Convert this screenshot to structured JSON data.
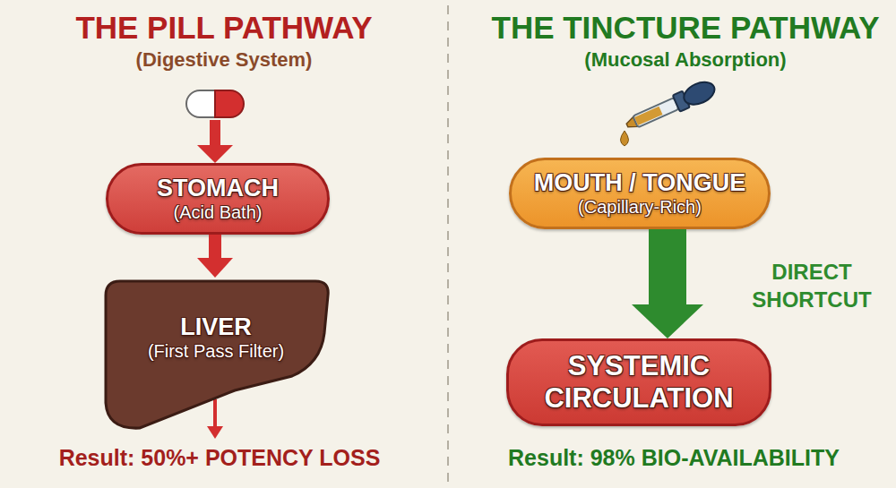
{
  "diagram": {
    "nodes": [
      {
        "text": [
          "STOMACH",
          "(Acid Bath)"
        ]
      },
      {
        "text": [
          "LIVER",
          "(First Pass Filter)"
        ]
      },
      {
        "text": [
          "MOUTH / TONGUE",
          "(Capillary-Rich)"
        ]
      },
      {
        "text": [
          "SYSTEMIC CIRCULATION"
        ]
      }
    ],
    "edges": [
      {
        "from": 0,
        "to": 1,
        "arrow": "to"
      },
      {
        "from": 2,
        "to": 3,
        "label": "DIRECT SHORTCUT",
        "arrow": "to"
      }
    ],
    "labels": [
      "THE PILL PATHWAY",
      "(Digestive System)",
      "THE TINCTURE PATHWAY",
      "(Mucosal Absorption)",
      "Result: 50%+ POTENCY LOSS",
      "Result: 98% BIO-AVAILABILITY"
    ]
  }
}
